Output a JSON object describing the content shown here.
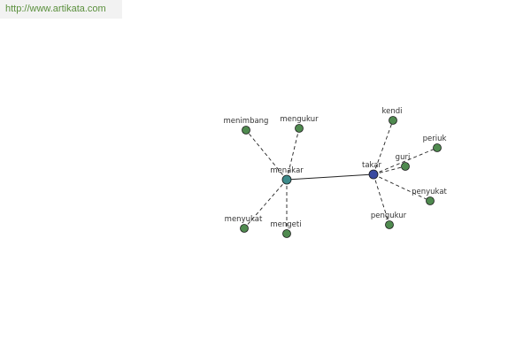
{
  "site": {
    "url": "http://www.artikata.com"
  },
  "colors": {
    "leaf_node": "#4f8a4f",
    "hub_menakar": "#3d8b8b",
    "hub_takar": "#3a4aa0",
    "node_stroke": "#1a1a1a",
    "edge": "#222222",
    "label": "#333333"
  },
  "graph": {
    "hubs": [
      {
        "id": "menakar",
        "label": "menakar"
      },
      {
        "id": "takar",
        "label": "takar"
      }
    ],
    "leaves": [
      {
        "id": "menimbang",
        "label": "menimbang",
        "hub": "menakar"
      },
      {
        "id": "mengukur",
        "label": "mengukur",
        "hub": "menakar"
      },
      {
        "id": "menyukat",
        "label": "menyukat",
        "hub": "menakar"
      },
      {
        "id": "mengeti",
        "label": "mengeti",
        "hub": "menakar"
      },
      {
        "id": "kendi",
        "label": "kendi",
        "hub": "takar"
      },
      {
        "id": "periuk",
        "label": "periuk",
        "hub": "takar"
      },
      {
        "id": "guri",
        "label": "guri",
        "hub": "takar"
      },
      {
        "id": "penyukat",
        "label": "penyukat",
        "hub": "takar"
      },
      {
        "id": "pengukur",
        "label": "pengukur",
        "hub": "takar"
      }
    ],
    "edges": [
      {
        "from": "menakar",
        "to": "takar",
        "style": "solid"
      },
      {
        "from": "menakar",
        "to": "menimbang",
        "style": "dashed"
      },
      {
        "from": "menakar",
        "to": "mengukur",
        "style": "dashed"
      },
      {
        "from": "menakar",
        "to": "menyukat",
        "style": "dashed"
      },
      {
        "from": "menakar",
        "to": "mengeti",
        "style": "dashed"
      },
      {
        "from": "takar",
        "to": "kendi",
        "style": "dashed"
      },
      {
        "from": "takar",
        "to": "periuk",
        "style": "dashed"
      },
      {
        "from": "takar",
        "to": "guri",
        "style": "dashed"
      },
      {
        "from": "takar",
        "to": "penyukat",
        "style": "dashed"
      },
      {
        "from": "takar",
        "to": "pengukur",
        "style": "dashed"
      }
    ]
  }
}
